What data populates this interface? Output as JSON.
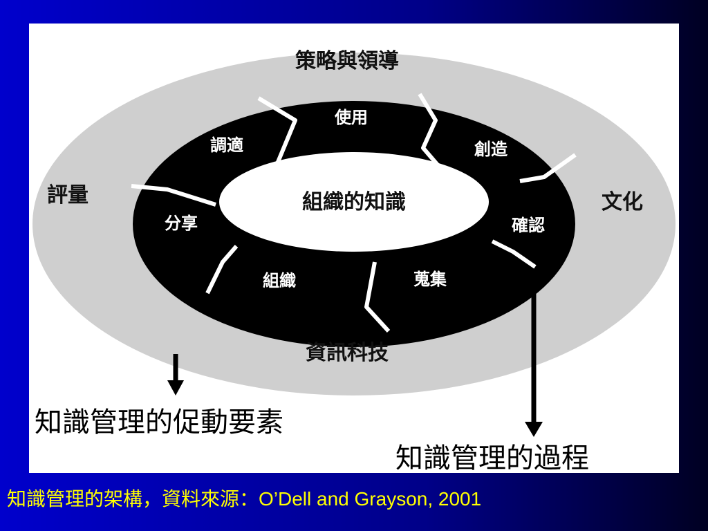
{
  "diagram": {
    "outer_ring": {
      "top": "策略與領導",
      "left": "評量",
      "right": "文化",
      "bottom": "資訊科技"
    },
    "segments": [
      "使用",
      "創造",
      "確認",
      "蒐集",
      "組織",
      "分享",
      "調適"
    ],
    "core": "組織的知識",
    "drivers_label": "知識管理的促動要素",
    "process_label": "知識管理的過程"
  },
  "caption": {
    "text_zh": "知識管理的架構，資料來源：",
    "text_en": "O’Dell and Grayson, 2001"
  },
  "colors": {
    "background": "#0000cc",
    "ring": "#cfcfcf",
    "segments": "#000000",
    "caption": "#ffff00"
  }
}
